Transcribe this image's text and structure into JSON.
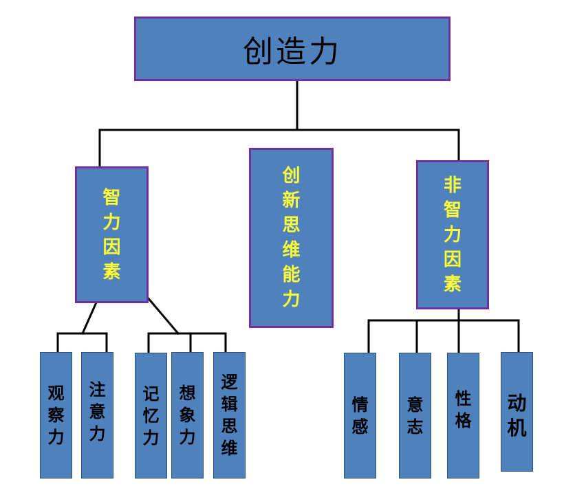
{
  "diagram": {
    "root": "创造力",
    "intellectual_factors": "智\n力\n因\n素",
    "innovative_thinking": "创\n新\n思\n维\n能\n力",
    "non_intellectual_factors": "非\n智\n力\n因\n素",
    "observation": "观\n察\n力",
    "attention": "注\n意\n力",
    "memory": "记\n忆\n力",
    "imagination": "想\n象\n力",
    "logical_thinking": "逻\n辑\n思\n维",
    "emotion": "情\n感",
    "will": "意\n志",
    "personality": "性\n格",
    "motivation": "动\n机"
  },
  "colors": {
    "box_fill": "#4f81bd",
    "box_border_main": "#7030a0",
    "box_border_leaf": "#2f4f74",
    "connector": "#000000",
    "main_label": "#ffff33",
    "leaf_label": "#000000"
  }
}
